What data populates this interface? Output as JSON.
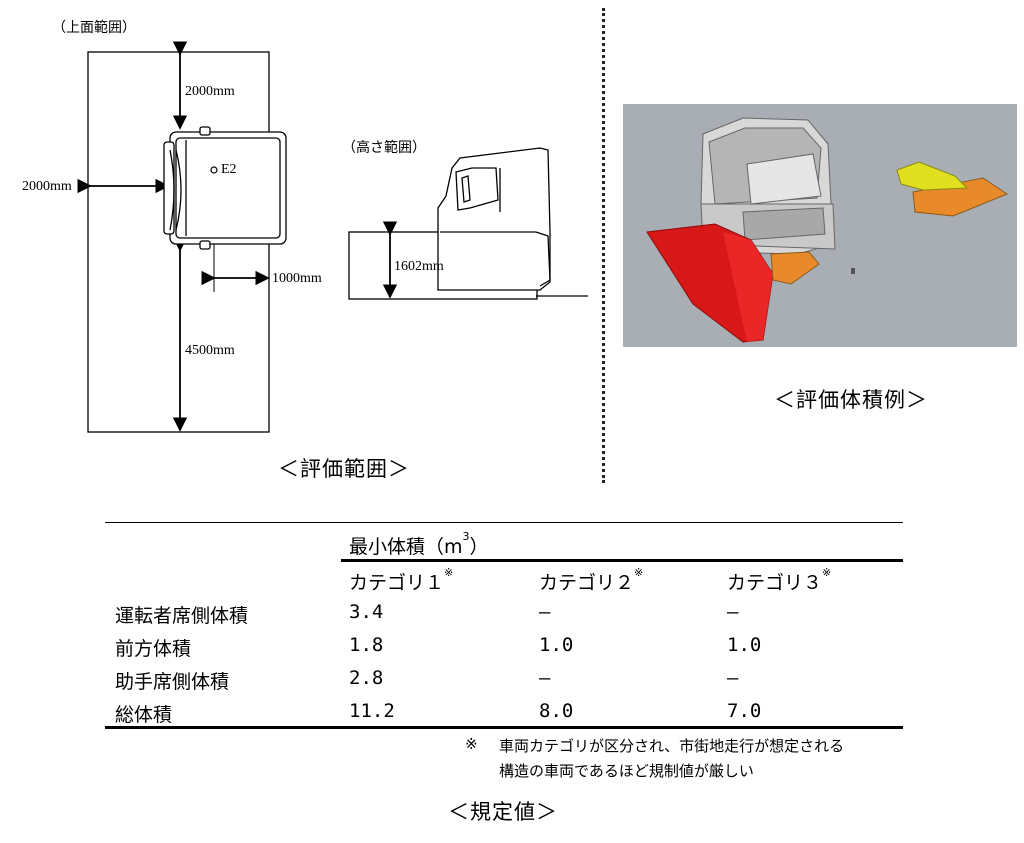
{
  "top_view": {
    "label": "（上面範囲）",
    "dim_front": "2000mm",
    "dim_side": "2000mm",
    "dim_rear": "4500mm",
    "dim_offset": "1000mm",
    "eye_point": "E2"
  },
  "side_view": {
    "label": "（高さ範囲）",
    "dim_height": "1602mm"
  },
  "captions": {
    "evaluation_range": "＜評価範囲＞",
    "volume_example": "＜評価体積例＞",
    "regulation": "＜規定値＞"
  },
  "table": {
    "header": "最小体積（m",
    "header_sup": "3",
    "header_close": "）",
    "columns": [
      "カテゴリ１",
      "カテゴリ２",
      "カテゴリ３"
    ],
    "note_mark": "※",
    "rows": [
      {
        "label": "運転者席側体積",
        "values": [
          "3.4",
          "—",
          "—"
        ]
      },
      {
        "label": "前方体積",
        "values": [
          "1.8",
          "1.0",
          "1.0"
        ]
      },
      {
        "label": "助手席側体積",
        "values": [
          "2.8",
          "—",
          "—"
        ]
      },
      {
        "label": "総体積",
        "values": [
          "11.2",
          "8.0",
          "7.0"
        ]
      }
    ],
    "footnote_mark": "※",
    "footnote_line1": "車両カテゴリが区分され、市街地走行が想定される",
    "footnote_line2": "構造の車両であるほど規制値が厳しい"
  },
  "colors": {
    "render_background": "#a8aeb4",
    "driver_volume": "#d81818",
    "front_volume": "#e88a2a",
    "passenger_volume": "#e0e020"
  }
}
